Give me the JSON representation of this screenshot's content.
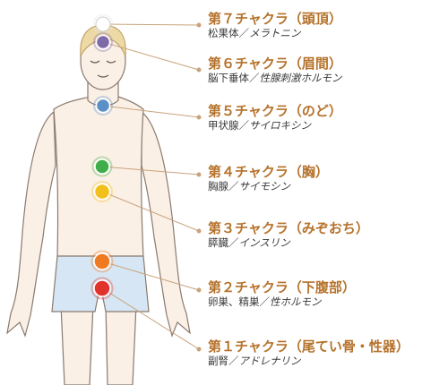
{
  "colors": {
    "title": "#b5722b",
    "leader": "#c9a27a",
    "skin": "#fbf0e6",
    "outline": "#8a7a6e",
    "hair": "#ecd9a6",
    "shorts": "#d6e6f4"
  },
  "chakras": [
    {
      "title": "第７チャクラ（頭頂）",
      "organ": "松果体",
      "hormone": "メラトニン",
      "color": "#ffffff"
    },
    {
      "title": "第６チャクラ（眉間）",
      "organ": "脳下垂体",
      "hormone": "性腺刺激ホルモン",
      "color": "#7e6aa8"
    },
    {
      "title": "第５チャクラ（のど）",
      "organ": "甲状腺",
      "hormone": "サイロキシン",
      "color": "#5a8fc8"
    },
    {
      "title": "第４チャクラ（胸）",
      "organ": "胸腺",
      "hormone": "サイモシン",
      "color": "#3fae49"
    },
    {
      "title": "第３チャクラ（みぞおち）",
      "organ": "膵臓",
      "hormone": "インスリン",
      "color": "#f2c01c"
    },
    {
      "title": "第２チャクラ（下腹部）",
      "organ": "卵巣、精巣",
      "hormone": "性ホルモン",
      "color": "#ef7a22"
    },
    {
      "title": "第１チャクラ（尾てい骨・性器）",
      "organ": "副腎",
      "hormone": "アドレナリン",
      "color": "#e0332b"
    }
  ]
}
